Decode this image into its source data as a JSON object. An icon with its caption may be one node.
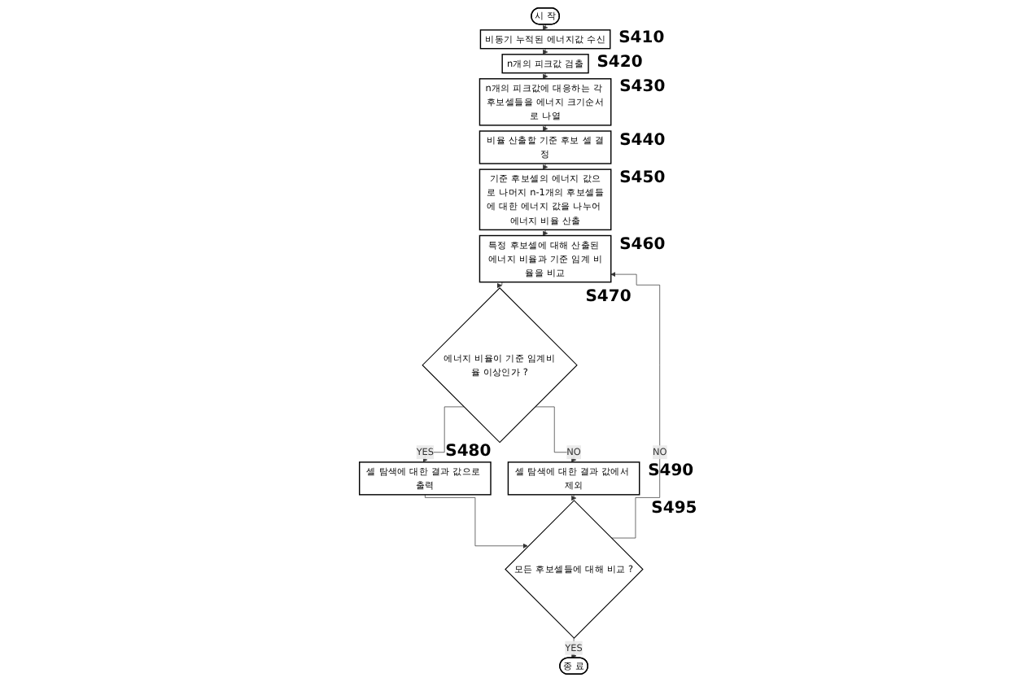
{
  "diagram": {
    "nodes": [
      {
        "text": [
          "시 작"
        ]
      },
      {
        "text": [
          "비동기 누적된 에너지값 수신"
        ],
        "beside": [
          "S410"
        ]
      },
      {
        "text": [
          "n개의 피크값 검출"
        ],
        "beside": [
          "S420"
        ]
      },
      {
        "text": [
          "n개의 피크값에 대응하는 각 후보셀들을 에너지 크기순서로 나열"
        ],
        "beside": [
          "S430"
        ]
      },
      {
        "text": [
          "비율 산출할 기준 후보 셀 결정"
        ],
        "beside": [
          "S440"
        ]
      },
      {
        "text": [
          "기준 후보셀의 에너지 값으로 나머지 n-1개의 후보셀들에 대한 에너지 값을 나누어 에너지 비율 산출"
        ],
        "beside": [
          "S450"
        ]
      },
      {
        "text": [
          "특정 후보셀에 대해 산출된 에너지 비율과 기준 임계 비율을 비교"
        ],
        "beside": [
          "S460"
        ]
      },
      {
        "text": [
          "에너지 비율이 기준 임계비율 이상인가 ?"
        ],
        "beside": [
          "S470"
        ]
      },
      {
        "text": [
          "셀 탐색에 대한 결과 값으로 출력"
        ],
        "beside": [
          "S480"
        ]
      },
      {
        "text": [
          "셀 탐색에 대한 결과 값에서 제외"
        ],
        "beside": [
          "S490"
        ]
      },
      {
        "text": [
          "모든 후보셀들에 대해 비교 ?"
        ],
        "beside": [
          "S495"
        ]
      },
      {
        "text": [
          "종 료"
        ]
      }
    ],
    "edges": [
      {
        "from": 0,
        "to": 1,
        "arrow": "to"
      },
      {
        "from": 1,
        "to": 2,
        "arrow": "to"
      },
      {
        "from": 2,
        "to": 3,
        "arrow": "to"
      },
      {
        "from": 3,
        "to": 4,
        "arrow": "to"
      },
      {
        "from": 4,
        "to": 5,
        "arrow": "to"
      },
      {
        "from": 5,
        "to": 6,
        "arrow": "to"
      },
      {
        "from": 6,
        "to": 7,
        "arrow": "to"
      },
      {
        "from": 7,
        "to": 8,
        "arrow": "to",
        "label": "YES"
      },
      {
        "from": 7,
        "to": 9,
        "arrow": "to",
        "label": "NO"
      },
      {
        "from": 8,
        "to": 10,
        "arrow": "to"
      },
      {
        "from": 9,
        "to": 10,
        "arrow": "to"
      },
      {
        "from": 10,
        "to": 6,
        "arrow": "to",
        "label": "NO"
      },
      {
        "from": 10,
        "to": 11,
        "arrow": "to",
        "label": "YES"
      }
    ]
  }
}
